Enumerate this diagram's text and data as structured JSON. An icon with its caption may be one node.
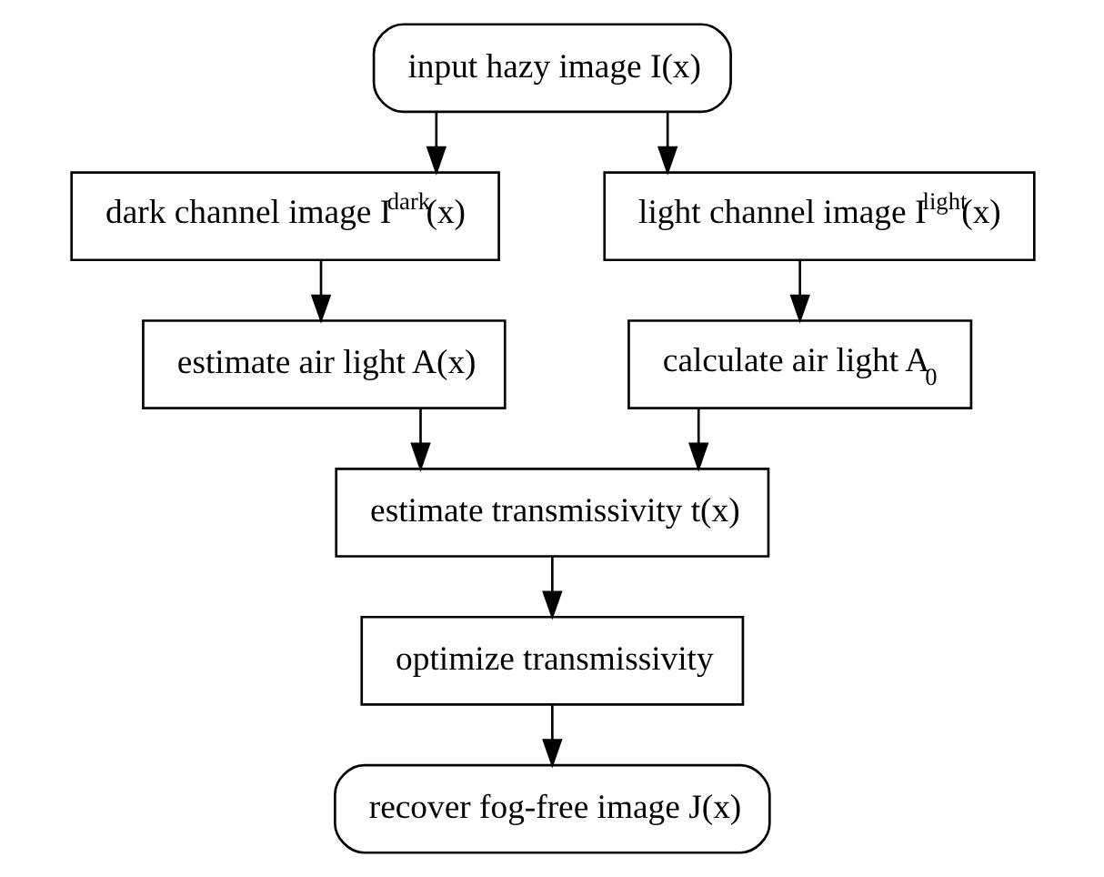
{
  "diagram": {
    "nodes": [
      {
        "text": [
          "input hazy image I(x)"
        ]
      },
      {
        "text": [
          "dark channel image I$^{dark}$(x)"
        ]
      },
      {
        "text": [
          "light channel image I$^{light}$(x)"
        ]
      },
      {
        "text": [
          "estimate air light A(x)"
        ]
      },
      {
        "text": [
          "calculate air light A$_{0}$"
        ]
      },
      {
        "text": [
          "estimate transmissivity t(x)"
        ]
      },
      {
        "text": [
          "optimize transmissivity"
        ]
      },
      {
        "text": [
          "recover fog-free image J(x)"
        ]
      }
    ],
    "edges": [
      {
        "from": 0,
        "to": 1,
        "arrow": "to"
      },
      {
        "from": 0,
        "to": 2,
        "arrow": "to"
      },
      {
        "from": 1,
        "to": 3,
        "arrow": "to"
      },
      {
        "from": 2,
        "to": 4,
        "arrow": "to"
      },
      {
        "from": 3,
        "to": 5,
        "arrow": "to"
      },
      {
        "from": 4,
        "to": 5,
        "arrow": "to"
      },
      {
        "from": 5,
        "to": 6,
        "arrow": "to"
      },
      {
        "from": 6,
        "to": 7,
        "arrow": "to"
      }
    ]
  }
}
